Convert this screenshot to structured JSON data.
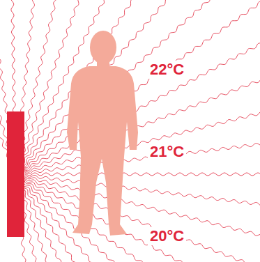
{
  "diagram": {
    "labels": [
      "22°C",
      "21°C",
      "20°C"
    ]
  }
}
